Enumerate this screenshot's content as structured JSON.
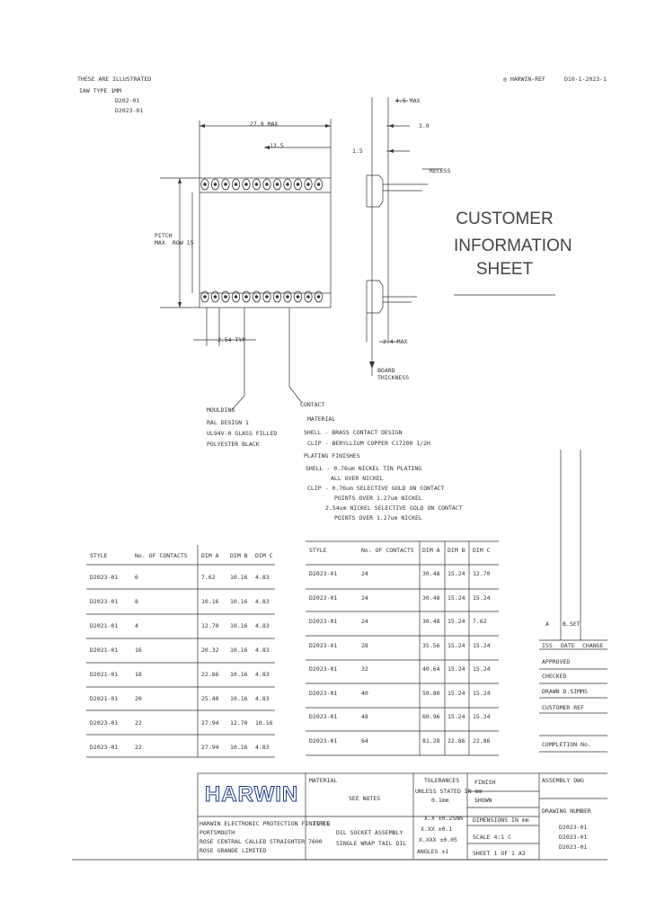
{
  "header": {
    "note_title": "THESE ARE ILLUSTRATED",
    "note_line1": "IAW TYPE 1MM",
    "note_line2": "D202-01",
    "note_line3": "D2023-01",
    "rev_title": "HARWIN-REF",
    "rev_code": "D10-1-2023-1"
  },
  "dims": {
    "overall": "27.9 MAX",
    "half": "13.5",
    "right_top1": "4.5 MAX",
    "right_top2": "3.0",
    "right_side": "1.5",
    "recess": "RECESS",
    "pitch_label": "PITCH MAX",
    "row_label": "ROW 15",
    "pin_pitch": "2.54 TYP",
    "base": "2.4 MAX",
    "board": "BOARD THICKNESS"
  },
  "title_block_big": {
    "l1": "CUSTOMER",
    "l2": "INFORMATION",
    "l3": "SHEET"
  },
  "notes": {
    "moulding_head": "MOULDING",
    "moulding_1": "RAL DESIGN 1",
    "moulding_2": "UL94V-0 GLASS FILLED",
    "moulding_3": "POLYESTER BLACK",
    "contact_head": "CONTACT",
    "material_head": "MATERIAL",
    "material_1": "SHELL - BRASS CONTACT DESIGN",
    "material_2": "CLIP - BERYLLIUM COPPER C17200 1/2H",
    "plating_head": "PLATING FINISHES",
    "plating_1": "SHELL - 0.76um NICKEL TIN PLATING",
    "plating_2": "ALL OVER NICKEL",
    "plating_3": "CLIP - 0.76um SELECTIVE GOLD ON CONTACT",
    "plating_4": "POINTS OVER 1.27um NICKEL",
    "plating_5": "2.54um NICKEL SELECTIVE GOLD ON CONTACT",
    "plating_6": "POINTS OVER 1.27um NICKEL"
  },
  "table_left": {
    "headers": [
      "STYLE",
      "No. OF CONTACTS",
      "DIM A",
      "DIM B",
      "DIM C"
    ],
    "rows": [
      [
        "D2023-01",
        "6",
        "7.62",
        "10.16",
        "4.83"
      ],
      [
        "D2023-01",
        "8",
        "10.16",
        "10.16",
        "4.83"
      ],
      [
        "D2021-01",
        "4",
        "12.70",
        "10.16",
        "4.83"
      ],
      [
        "D2021-01",
        "16",
        "20.32",
        "10.16",
        "4.83"
      ],
      [
        "D2021-01",
        "18",
        "22.86",
        "10.16",
        "4.83"
      ],
      [
        "D2021-01",
        "20",
        "25.40",
        "10.16",
        "4.83"
      ],
      [
        "D2023-01",
        "22",
        "27.94",
        "12.70",
        "10.16"
      ],
      [
        "D2023-01",
        "22",
        "27.94",
        "10.16",
        "4.83"
      ]
    ]
  },
  "table_right": {
    "headers": [
      "STYLE",
      "No. OF CONTACTS",
      "DIM A",
      "DIM B",
      "DIM C"
    ],
    "rows": [
      [
        "D2023-01",
        "24",
        "30.48",
        "15.24",
        "12.70"
      ],
      [
        "D2023-01",
        "24",
        "30.48",
        "15.24",
        "15.24"
      ],
      [
        "D2023-01",
        "24",
        "30.48",
        "15.24",
        "7.62"
      ],
      [
        "D2023-01",
        "28",
        "35.56",
        "15.24",
        "15.24"
      ],
      [
        "D2023-01",
        "32",
        "40.64",
        "15.24",
        "15.24"
      ],
      [
        "D2023-01",
        "40",
        "50.80",
        "15.24",
        "15.24"
      ],
      [
        "D2023-01",
        "48",
        "60.96",
        "15.24",
        "15.24"
      ],
      [
        "D2023-01",
        "64",
        "81.28",
        "22.86",
        "22.86"
      ]
    ]
  },
  "revision": {
    "rev_no": "A",
    "rev_by": "B.SET",
    "col_iss": "ISS",
    "col_date": "DATE",
    "col_change": "CHANGE",
    "approved": "APPROVED",
    "checked": "CHECKED",
    "drawn": "DRAWN  D.SIMMS",
    "customer_ref": "CUSTOMER REF",
    "completion": "COMPLETION No."
  },
  "footer": {
    "logo": "HARWIN",
    "material_label": "MATERIAL",
    "material_value": "SEE NOTES",
    "tolerances_label": "TOLERANCES",
    "tolerances_1": "UNLESS STATED IN mm",
    "tolerances_2": "0.1mm",
    "tol_x": "X.X   ±0.25mm",
    "tol_xx": "X.XX  ±0.1",
    "tol_xxx": "X.XXX ±0.05",
    "angles": "ANGLES  ±1",
    "finish_label": "FINISH",
    "finish_value": "SHOWN",
    "dimensions": "DIMENSIONS IN mm",
    "scale": "SCALE  4:1 C",
    "sheet": "SHEET 1 OF 1  A3",
    "title_label": "TITLE",
    "title_1": "DIL SOCKET ASSEMBLY",
    "title_2": "SINGLE WRAP TAIL DIL",
    "company_1": "HARWIN ELECTRONIC PROTECTION FINISHES",
    "company_2": "PORTSMOUTH",
    "company_3": "ROSE CENTRAL CALLED",
    "company_4": "STRAIGHTER 7600",
    "company_5": "ROSE GRANDE LIMITED",
    "drawing_no_label": "DRAWING NUMBER",
    "drawing_nos": [
      "D2023-01",
      "D2023-01",
      "D2023-01"
    ],
    "assembly": "ASSEMBLY DWG"
  }
}
